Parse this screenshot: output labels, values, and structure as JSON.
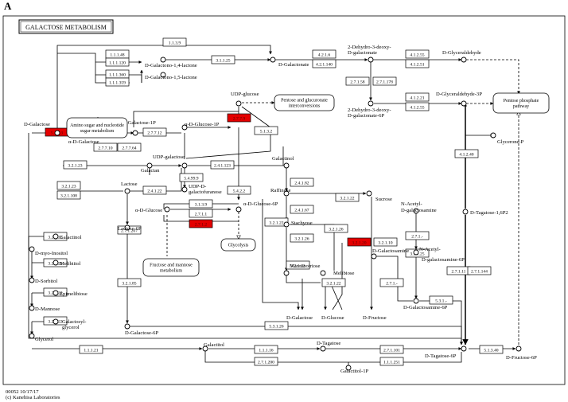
{
  "panel_letter": "A",
  "title": "GALACTOSE METABOLISM",
  "footer": {
    "line1": "00052 10/17/17",
    "line2": "(c) Kanehisa Laboratories"
  },
  "colors": {
    "highlight": "#e40000",
    "line": "#000000",
    "background": "#ffffff"
  },
  "enzymes": [
    {
      "label": "1.1.3.9"
    },
    {
      "label": "1.1.1.48"
    },
    {
      "label": "1.1.1.120"
    },
    {
      "label": "3.1.1.25"
    },
    {
      "label": "1.1.1.360"
    },
    {
      "label": "1.1.1.359"
    },
    {
      "label": "4.2.1.6"
    },
    {
      "label": "4.2.1.140"
    },
    {
      "label": "2.7.1.58"
    },
    {
      "label": "2.7.1.178"
    },
    {
      "label": "4.1.2.55"
    },
    {
      "label": "4.1.2.51"
    },
    {
      "label": "4.1.2.21"
    },
    {
      "label": "4.1.2.55"
    },
    {
      "label": "5.1.3.3",
      "highlight": true
    },
    {
      "label": "2.7.1.6",
      "highlight": true
    },
    {
      "label": "2.7.7.10"
    },
    {
      "label": "2.7.7.64"
    },
    {
      "label": "2.7.7.12"
    },
    {
      "label": "2.7.7.9",
      "highlight": true
    },
    {
      "label": "5.1.3.2"
    },
    {
      "label": "3.2.1.23"
    },
    {
      "label": "2.4.1.123"
    },
    {
      "label": "5.4.99.9"
    },
    {
      "label": "3.2.1.23"
    },
    {
      "label": "3.2.1.108"
    },
    {
      "label": "2.4.1.22"
    },
    {
      "label": "5.4.2.2"
    },
    {
      "label": "3.1.3.9"
    },
    {
      "label": "2.7.1.1"
    },
    {
      "label": "2.7.1.2",
      "highlight": true
    },
    {
      "label": "2.7.1.207"
    },
    {
      "label": "2.4.1.82"
    },
    {
      "label": "2.4.1.67"
    },
    {
      "label": "3.2.1.22"
    },
    {
      "label": "3.2.1.22"
    },
    {
      "label": "3.2.1.26"
    },
    {
      "label": "3.2.1.26"
    },
    {
      "label": "3.2.1.22"
    },
    {
      "label": "3.2.1.20",
      "highlight": true
    },
    {
      "label": "3.2.1.10"
    },
    {
      "label": "3.2.1.22"
    },
    {
      "label": "2.7.1.-"
    },
    {
      "label": "3.5.1.25"
    },
    {
      "label": "2.7.1.-"
    },
    {
      "label": "5.3.1.-"
    },
    {
      "label": "4.1.2.40"
    },
    {
      "label": "2.7.1.11"
    },
    {
      "label": "2.7.1.144"
    },
    {
      "label": "3.2.1.22"
    },
    {
      "label": "3.2.1.22"
    },
    {
      "label": "3.2.1.22"
    },
    {
      "label": "3.2.1.22"
    },
    {
      "label": "3.2.1.85"
    },
    {
      "label": "5.3.1.26"
    },
    {
      "label": "1.1.1.21"
    },
    {
      "label": "1.1.1.16"
    },
    {
      "label": "2.7.1.200"
    },
    {
      "label": "2.7.1.101"
    },
    {
      "label": "1.1.1.251"
    },
    {
      "label": "5.1.3.40"
    }
  ],
  "compounds": [
    {
      "label": "D-Galactono-1,4-lactone"
    },
    {
      "label": "D-Galactono-1,5-lactone"
    },
    {
      "label": "D-Galactonate"
    },
    {
      "label": "2-Dehydro-3-deoxy-"
    },
    {
      "label": "D-galactonate"
    },
    {
      "label": "D-Glyceraldehyde"
    },
    {
      "label": "2-Dehydro-3-deoxy-"
    },
    {
      "label": "D-galactonate-6P"
    },
    {
      "label": "D-Glyceraldehyde-3P"
    },
    {
      "label": "D-Galactose"
    },
    {
      "label": "α-D-Galactose"
    },
    {
      "label": "α-D-Galactose-1P"
    },
    {
      "label": "UDP-glucose"
    },
    {
      "label": "α-D-Glucose-1P"
    },
    {
      "label": "UDP-galactose"
    },
    {
      "label": "Galactan"
    },
    {
      "label": "Lactose"
    },
    {
      "label": "UDP-D-"
    },
    {
      "label": "galactofuranose"
    },
    {
      "label": "α-D-Glucose"
    },
    {
      "label": "α-D-Glucose-6P"
    },
    {
      "label": "Lactose-6P"
    },
    {
      "label": "Galactinol"
    },
    {
      "label": "Raffinose"
    },
    {
      "label": "Sucrose"
    },
    {
      "label": "Stachyose"
    },
    {
      "label": "Manninotriose"
    },
    {
      "label": "Melibiose"
    },
    {
      "label": "D-Galactose"
    },
    {
      "label": "D-Glucose"
    },
    {
      "label": "D-Fructose"
    },
    {
      "label": "N-Acetyl-"
    },
    {
      "label": "D-galactosamine"
    },
    {
      "label": "D-Galactosamine"
    },
    {
      "label": "N-Acetyl-"
    },
    {
      "label": "D-galactosamine-6P"
    },
    {
      "label": "D-Galactosamine-6P"
    },
    {
      "label": "Glycerone-P"
    },
    {
      "label": "D-Tagatose-1,6P2"
    },
    {
      "label": "Galactinol"
    },
    {
      "label": "D-myo-Inositol"
    },
    {
      "label": "Melibiitol"
    },
    {
      "label": "D-Sorbitol"
    },
    {
      "label": "Epimelibiose"
    },
    {
      "label": "D-Mannose"
    },
    {
      "label": "Galactosyl-"
    },
    {
      "label": "glycerol"
    },
    {
      "label": "Glycerol"
    },
    {
      "label": "D-Galactose-6P"
    },
    {
      "label": "Galactitol"
    },
    {
      "label": "D-Tagatose"
    },
    {
      "label": "D-Tagatose-6P"
    },
    {
      "label": "D-Fructose-6P"
    },
    {
      "label": "Galactitol-1P"
    }
  ],
  "maps": [
    {
      "lines": [
        "Amino sugar and nucleotide",
        "sugar metabolism"
      ]
    },
    {
      "lines": [
        "Pentose and glucuronate",
        "interconversions"
      ]
    },
    {
      "lines": [
        "Pentose phosphate",
        "pathway"
      ]
    },
    {
      "lines": [
        "Glycolysis"
      ]
    },
    {
      "lines": [
        "Fructose and mannose",
        "metabolism"
      ]
    }
  ]
}
